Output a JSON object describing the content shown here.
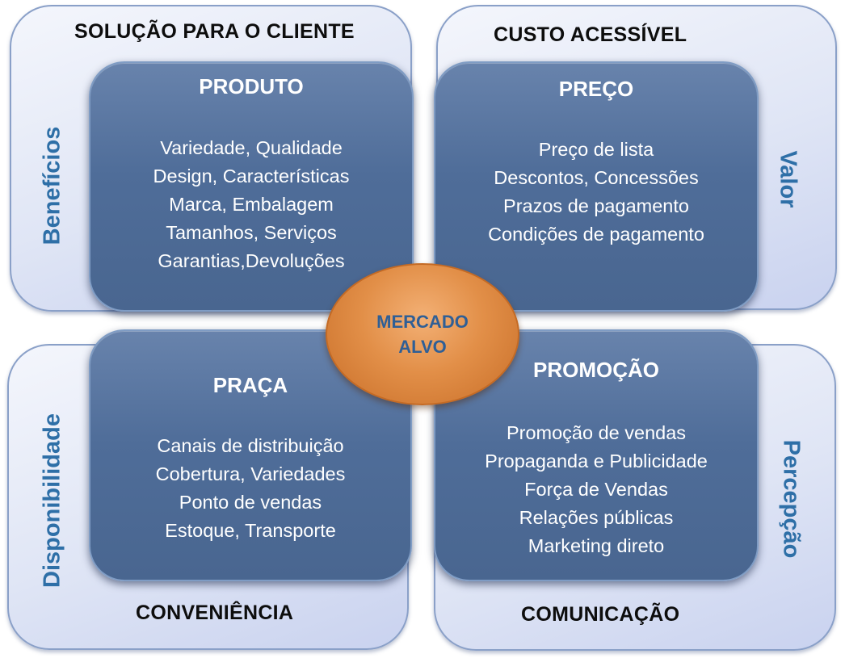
{
  "quadrants": {
    "top_left": {
      "outer_title": "SOLUÇÃO PARA O CLIENTE",
      "side_label": "Benefícios",
      "inner_title": "PRODUTO",
      "items": [
        "Variedade, Qualidade",
        "Design, Características",
        "Marca, Embalagem",
        "Tamanhos, Serviços",
        "Garantias,Devoluções"
      ]
    },
    "top_right": {
      "outer_title": "CUSTO ACESSÍVEL",
      "side_label": "Valor",
      "inner_title": "PREÇO",
      "items": [
        "Preço de lista",
        "Descontos, Concessões",
        "Prazos de pagamento",
        "Condições de pagamento"
      ]
    },
    "bottom_left": {
      "outer_title": "CONVENIÊNCIA",
      "side_label": "Disponibilidade",
      "inner_title": "PRAÇA",
      "items": [
        "Canais de distribuição",
        "Cobertura, Variedades",
        "Ponto de vendas",
        "Estoque, Transporte"
      ]
    },
    "bottom_right": {
      "outer_title": "COMUNICAÇÃO",
      "side_label": "Percepção",
      "inner_title": "PROMOÇÃO",
      "items": [
        "Promoção de vendas",
        "Propaganda e Publicidade",
        "Força de Vendas",
        "Relações públicas",
        "Marketing direto"
      ]
    }
  },
  "center": {
    "label": "MERCADO\nALVO"
  },
  "colors": {
    "inner_box": "#4f6d99",
    "outer_box": "#dfe5f5",
    "side_label": "#2e6fa7",
    "center_circle": "#e28f48",
    "center_text": "#2f5f96"
  }
}
